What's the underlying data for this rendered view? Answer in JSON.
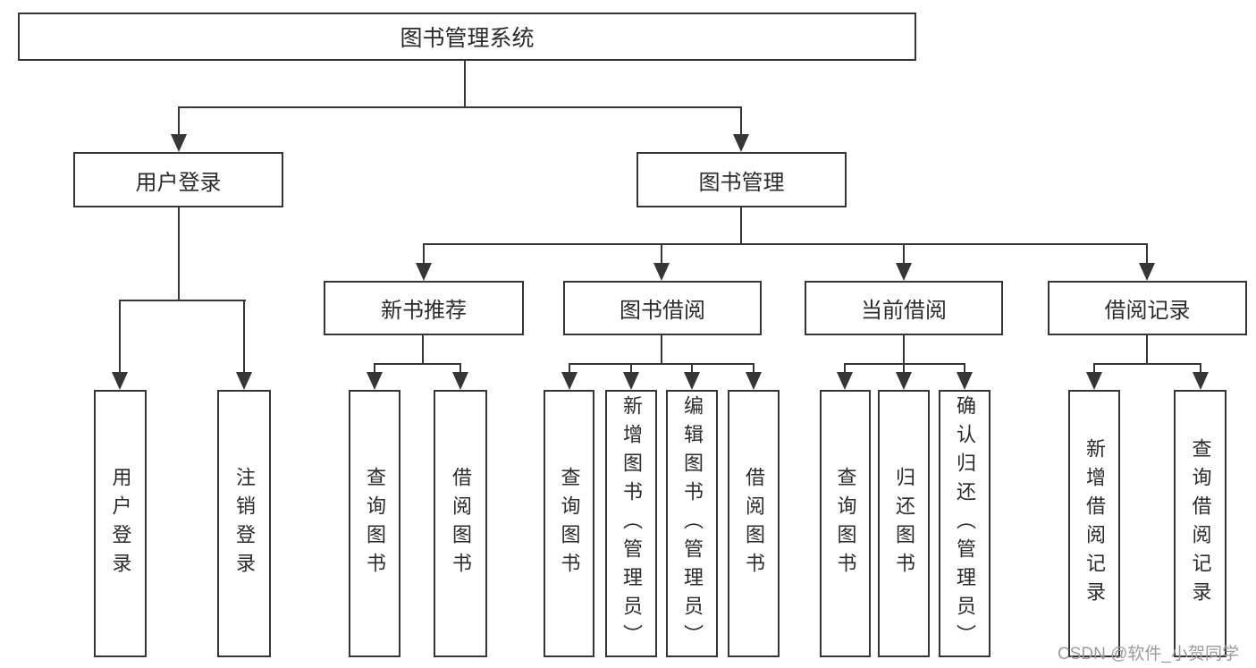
{
  "diagram": {
    "root": {
      "label": "图书管理系统"
    },
    "level2": [
      {
        "label": "用户登录"
      },
      {
        "label": "图书管理"
      }
    ],
    "level3": [
      {
        "label": "新书推荐"
      },
      {
        "label": "图书借阅"
      },
      {
        "label": "当前借阅"
      },
      {
        "label": "借阅记录"
      }
    ],
    "leaves": {
      "user_login": [
        "用户登录",
        "注销登录"
      ],
      "new_books": [
        "查询图书",
        "借阅图书"
      ],
      "book_borrow": [
        "查询图书",
        "新增图书（管理员）",
        "编辑图书（管理员）",
        "借阅图书"
      ],
      "current_borrow": [
        "查询图书",
        "归还图书",
        "确认归还（管理员）"
      ],
      "borrow_records": [
        "新增借阅记录",
        "查询借阅记录"
      ]
    },
    "line_color": "#363636"
  },
  "watermark": {
    "text": "CSDN @软件_小贺同学"
  }
}
